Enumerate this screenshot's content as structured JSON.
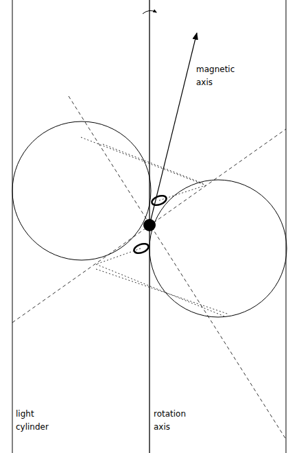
{
  "diagram": {
    "labels": [
      "magnetic axis",
      "light cylinder",
      "rotation axis"
    ]
  }
}
